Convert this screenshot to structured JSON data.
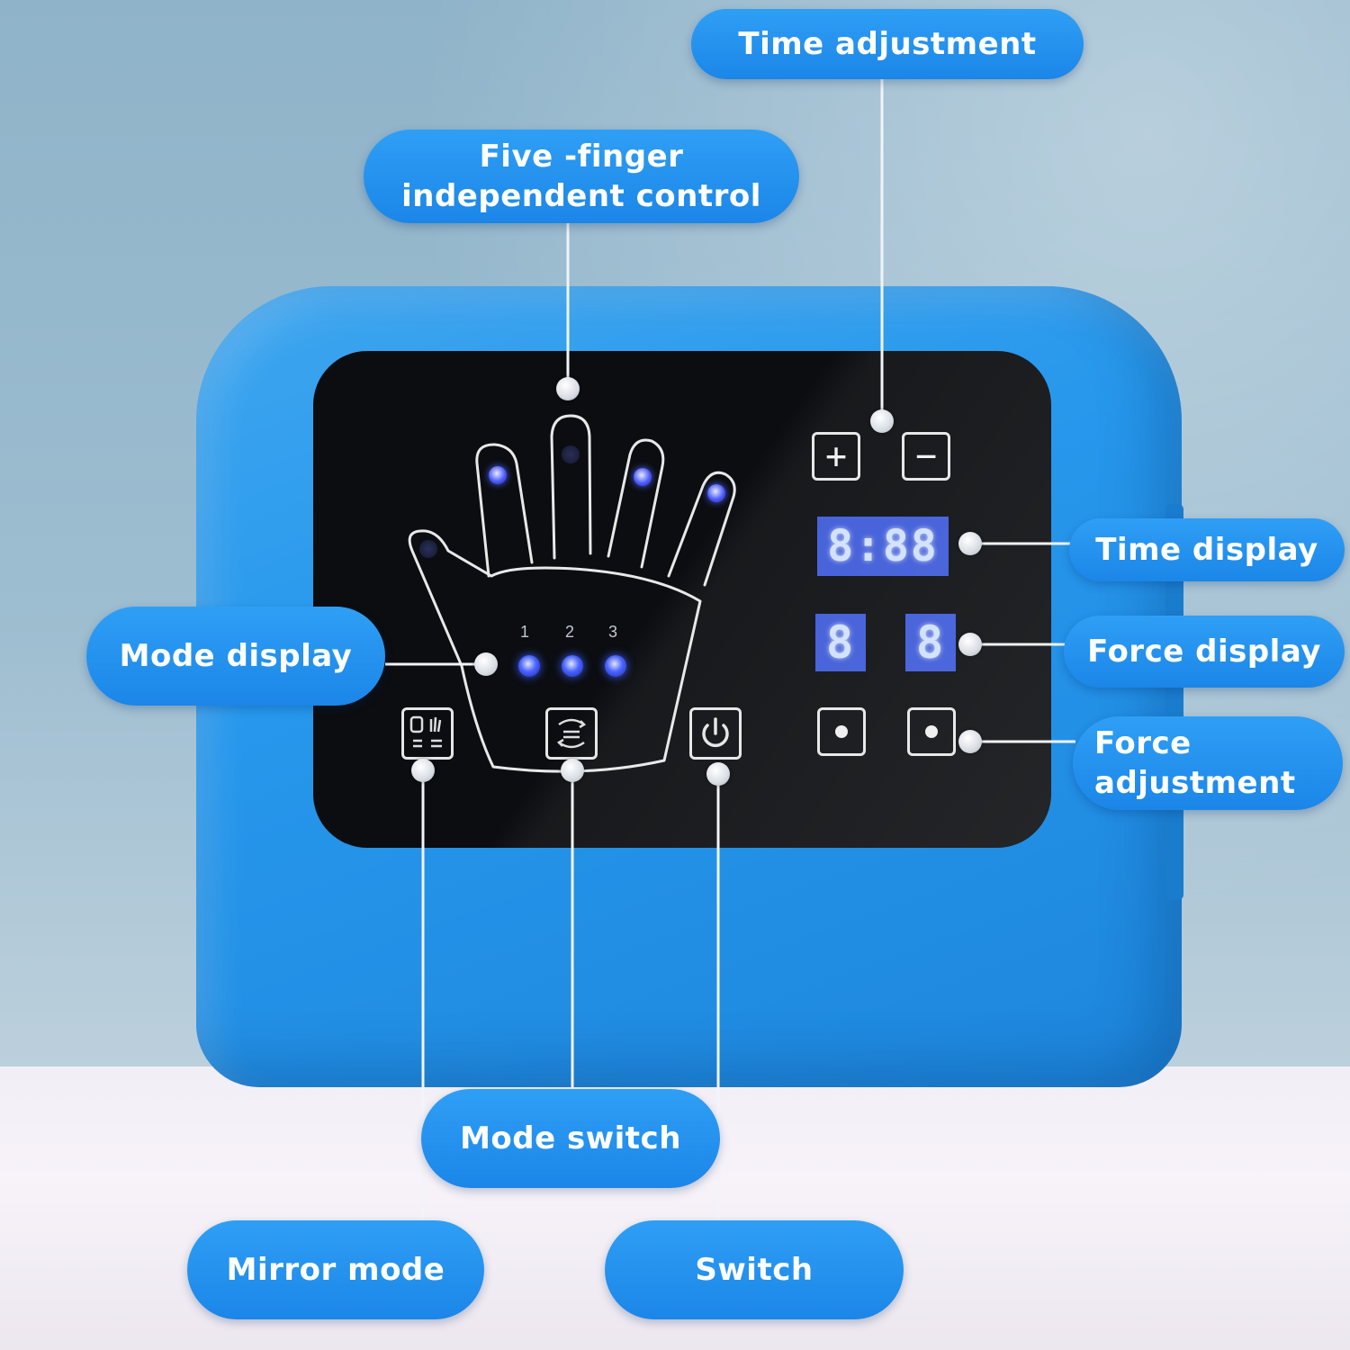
{
  "callouts": {
    "time_adjustment": "Time adjustment",
    "five_finger": "Five -finger\nindependent control",
    "time_display": "Time display",
    "force_display": "Force display",
    "force_adjustment": "Force\nadjustment",
    "mode_display": "Mode display",
    "mode_switch": "Mode switch",
    "mirror_mode": "Mirror mode",
    "switch": "Switch"
  },
  "panel": {
    "time_readout": "8:88",
    "force_left": "8",
    "force_right": "8",
    "plus_key": "+",
    "minus_key": "−",
    "mode_numbers": [
      "1",
      "2",
      "3"
    ]
  },
  "colors": {
    "device_blue": "#2697ec",
    "callout_blue": "#1b86e8",
    "led_blue": "#4a63ff"
  }
}
